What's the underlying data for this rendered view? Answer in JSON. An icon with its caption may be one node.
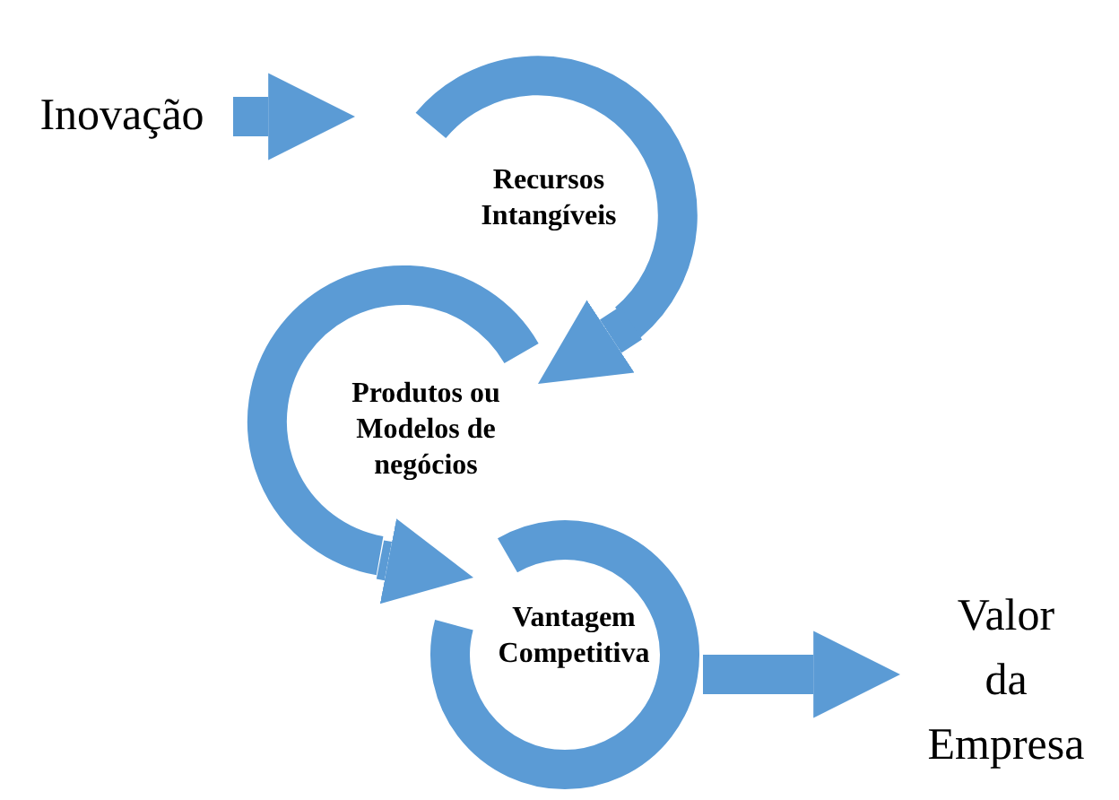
{
  "diagram": {
    "nodes": [
      {
        "text": [
          "Inovação"
        ]
      },
      {
        "text": [
          "Recursos Intangíveis"
        ]
      },
      {
        "text": [
          "Produtos ou Modelos de negócios"
        ]
      },
      {
        "text": [
          "Vantagem Competitiva"
        ]
      },
      {
        "text": [
          "Valor da Empresa"
        ]
      }
    ],
    "edges": [
      {
        "from": 0,
        "to": 1,
        "arrow": "to"
      },
      {
        "from": 1,
        "to": 2,
        "arrow": "to"
      },
      {
        "from": 2,
        "to": 3,
        "arrow": "to"
      },
      {
        "from": 3,
        "to": 4,
        "arrow": "to"
      }
    ]
  }
}
